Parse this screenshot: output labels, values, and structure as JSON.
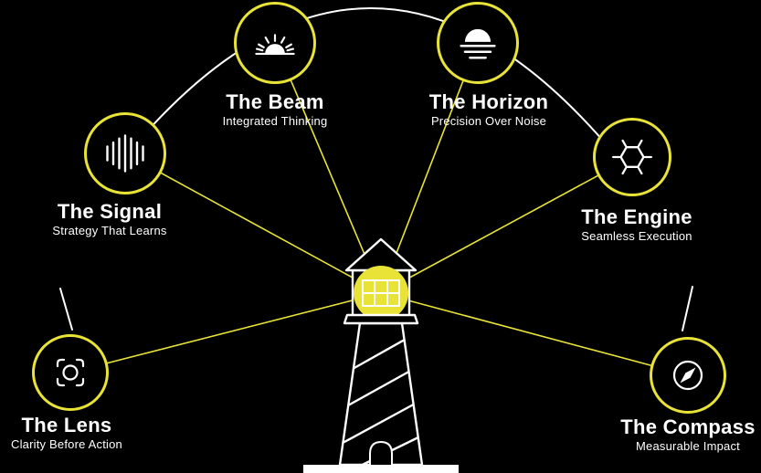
{
  "colors": {
    "accent": "#e8e336",
    "line": "#ffffff",
    "background": "#000000",
    "text": "#ffffff"
  },
  "center": {
    "icon": "lighthouse-icon"
  },
  "nodes": [
    {
      "id": "signal",
      "title": "The Signal",
      "subtitle": "Strategy That Learns",
      "icon": "signal-waveform-icon"
    },
    {
      "id": "beam",
      "title": "The Beam",
      "subtitle": "Integrated Thinking",
      "icon": "sunrise-rays-icon"
    },
    {
      "id": "horizon",
      "title": "The Horizon",
      "subtitle": "Precision Over Noise",
      "icon": "sun-horizon-icon"
    },
    {
      "id": "engine",
      "title": "The Engine",
      "subtitle": "Seamless Execution",
      "icon": "engine-gear-icon"
    },
    {
      "id": "lens",
      "title": "The Lens",
      "subtitle": "Clarity Before Action",
      "icon": "focus-lens-icon"
    },
    {
      "id": "compass",
      "title": "The Compass",
      "subtitle": "Measurable Impact",
      "icon": "compass-icon"
    }
  ]
}
